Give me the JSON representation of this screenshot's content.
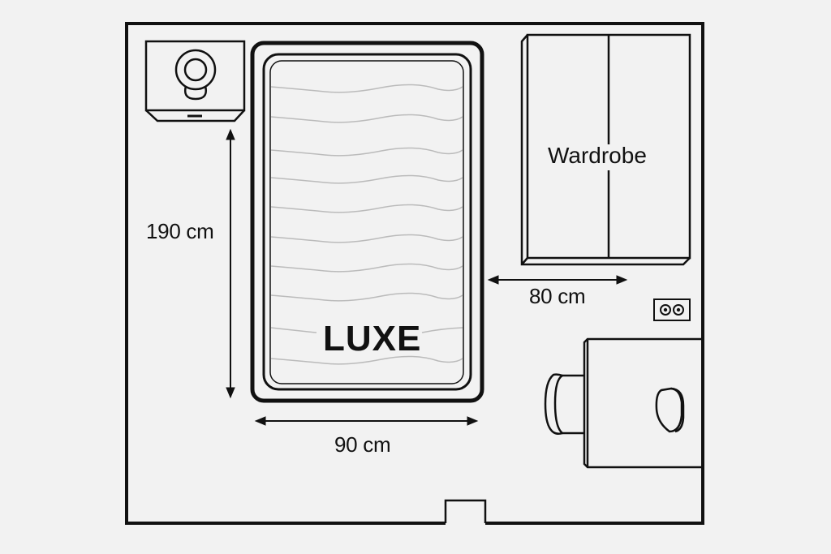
{
  "floor_plan": {
    "bed": {
      "brand_label": "LUXE",
      "width_label": "90 cm",
      "length_label": "190 cm"
    },
    "wardrobe": {
      "label": "Wardrobe",
      "width_label": "80 cm"
    },
    "elements": [
      "nightstand with lamp",
      "bed with mattress",
      "wardrobe",
      "power outlet",
      "desk",
      "desk chair",
      "door"
    ],
    "colors": {
      "background": "#f2f2f2",
      "line": "#111111",
      "mattress_wave": "#bbbbbb"
    }
  }
}
